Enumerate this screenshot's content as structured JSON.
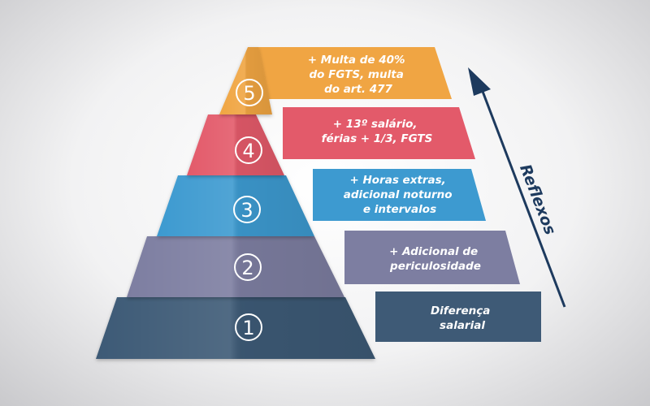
{
  "colors": {
    "level1": "#3e5a76",
    "level2": "#7d7ea1",
    "level3": "#3d9ad0",
    "level4": "#e35a6a",
    "level5": "#f0a543",
    "arrow": "#1d3a5e"
  },
  "levels": [
    {
      "number": "1",
      "lines": [
        "Diferença",
        "salarial"
      ]
    },
    {
      "number": "2",
      "lines": [
        "+ Adicional de",
        "periculosidade"
      ]
    },
    {
      "number": "3",
      "lines": [
        "+ Horas extras,",
        "adicional noturno",
        "e intervalos"
      ]
    },
    {
      "number": "4",
      "lines": [
        "+ 13º salário,",
        "férias + 1/3, FGTS"
      ]
    },
    {
      "number": "5",
      "lines": [
        "+ Multa de 40%",
        "do FGTS, multa",
        "do art. 477"
      ]
    }
  ],
  "side_label": "Reflexos"
}
